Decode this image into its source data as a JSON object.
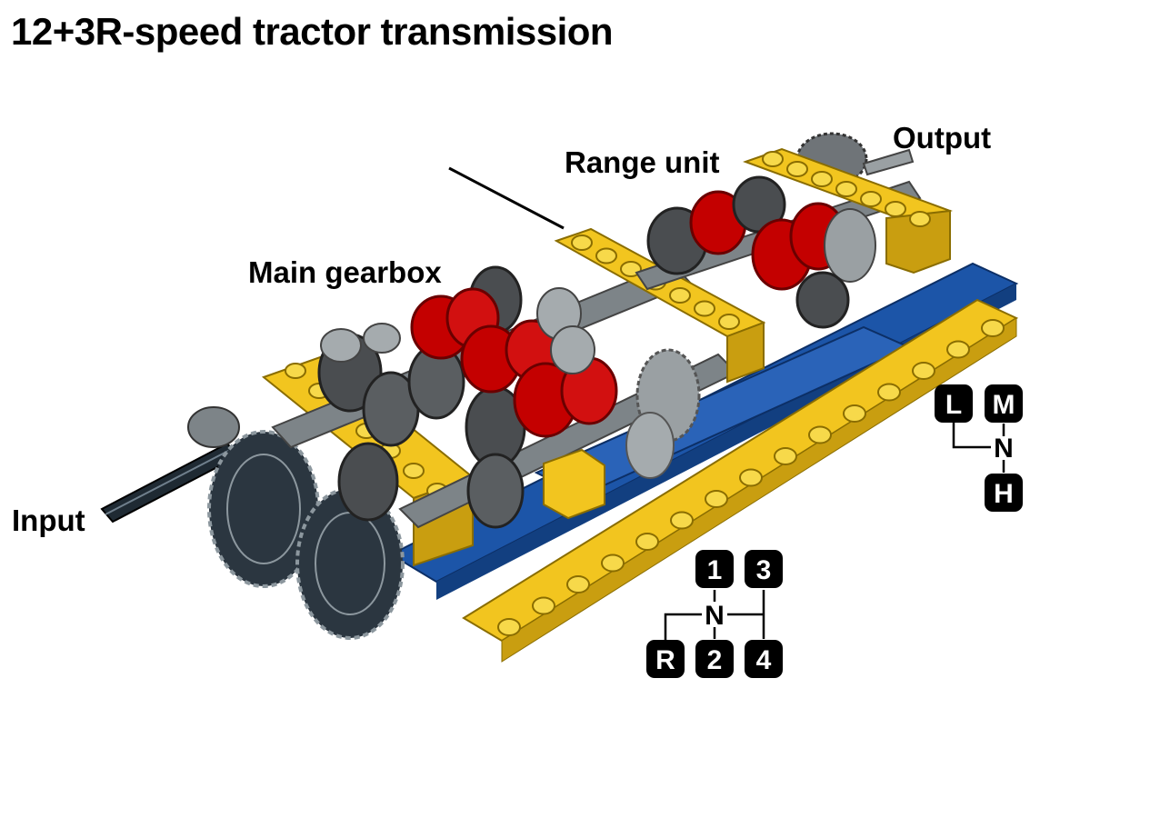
{
  "title": "12+3R-speed tractor transmission",
  "labels": {
    "input": "Input",
    "main_gearbox": "Main gearbox",
    "range_unit": "Range unit",
    "output": "Output"
  },
  "range_shift_pattern": {
    "keys": [
      "L",
      "M",
      "H"
    ],
    "neutral": "N"
  },
  "main_shift_pattern": {
    "keys": [
      "1",
      "3",
      "R",
      "2",
      "4"
    ],
    "neutral": "N"
  },
  "colors": {
    "beam_yellow": "#f2c51f",
    "gear_red": "#c40000",
    "plate_blue": "#1c55a8",
    "gear_dark": "#4a4d50",
    "metal_gray": "#9aa0a3"
  }
}
